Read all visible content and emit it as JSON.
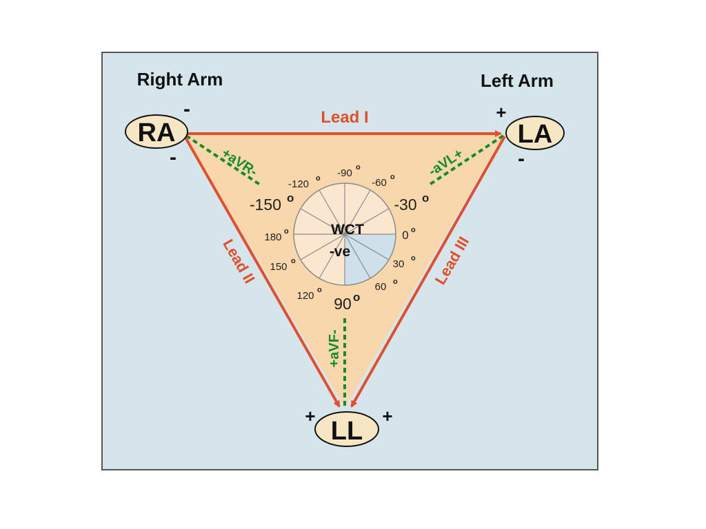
{
  "colors": {
    "panel_bg": "#d6e4ec",
    "panel_border": "#555555",
    "triangle_fill": "#f9d7ad",
    "lead_red": "#e0502c",
    "augmented_green": "#138a2e",
    "electrode_fill": "#f7e6c4",
    "wheel_light": "#fbe6cf",
    "wheel_blue": "#cfe0ea",
    "text": "#111111"
  },
  "labels": {
    "right_arm": "Right Arm",
    "left_arm": "Left Arm"
  },
  "electrodes": {
    "ra": "RA",
    "la": "LA",
    "ll": "LL"
  },
  "polarity": {
    "ra_top": "-",
    "ra_bottom": "-",
    "la_top": "+",
    "la_bottom": "-",
    "ll_left": "+",
    "ll_right": "+"
  },
  "leads": {
    "lead_1": "Lead I",
    "lead_2": "Lead II",
    "lead_3": "Lead III"
  },
  "augmented_leads": {
    "avr": "+aVR-",
    "avl": "-aVL+",
    "avf": "+aVF-"
  },
  "center": {
    "line1": "WCT",
    "line2": "-ve"
  },
  "angles": {
    "minus_120": "-120",
    "minus_90": "-90",
    "minus_60": "-60",
    "minus_150": "-150",
    "minus_30": "-30",
    "deg_180": "180",
    "deg_0": "0",
    "deg_150": "150",
    "deg_30": "30",
    "deg_120": "120",
    "deg_90": "90",
    "deg_60": "60"
  },
  "degree_symbol": "o"
}
